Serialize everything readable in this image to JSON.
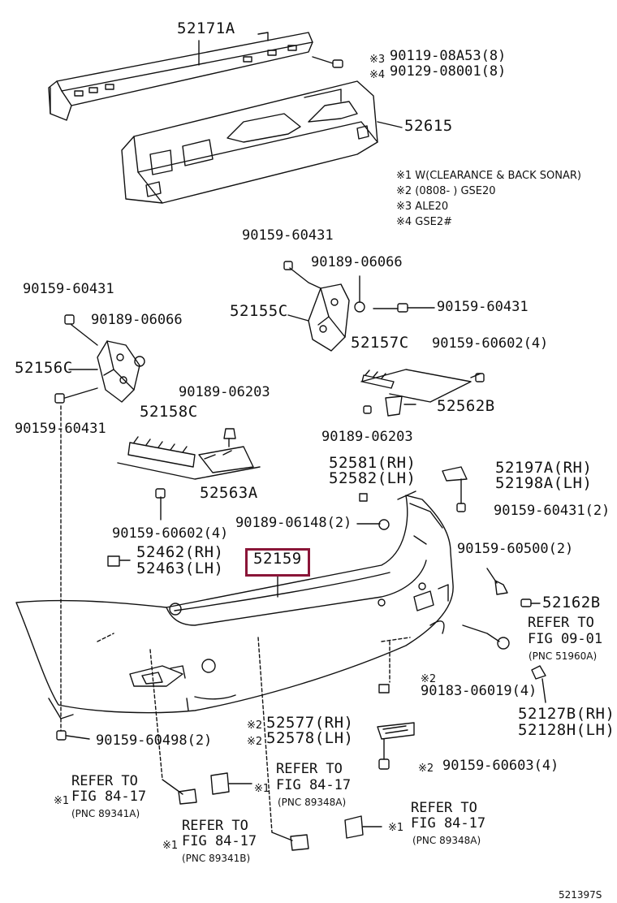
{
  "labels": {
    "p52171A": "52171A",
    "p90119": "90119-08A53(8)",
    "p90129": "90129-08001(8)",
    "m3": "※3",
    "m4": "※4",
    "p52615": "52615",
    "notes": [
      "※1 W(CLEARANCE & BACK SONAR)",
      "※2 (0808-        ) GSE20",
      "※3 ALE20",
      "※4 GSE2#"
    ],
    "p90159_60431_a": "90159-60431",
    "p90189_06066_a": "90189-06066",
    "p52155C": "52155C",
    "p90159_60431_b": "90159-60431",
    "p90159_60431_c": "90159-60431",
    "p90189_06066_b": "90189-06066",
    "p52156C": "52156C",
    "p90159_60431_d": "90159-60431",
    "p52157C": "52157C",
    "p90159_60602_a": "90159-60602(4)",
    "p52562B": "52562B",
    "p90189_06203_a": "90189-06203",
    "p52158C": "52158C",
    "p90189_06203_b": "90189-06203",
    "p52563A": "52563A",
    "p52581": "52581(RH)",
    "p52582": "52582(LH)",
    "p52197A": "52197A(RH)",
    "p52198A": "52198A(LH)",
    "p90159_60431_e": "90159-60431(2)",
    "p90189_06148": "90189-06148(2)",
    "p90159_60602_b": "90159-60602(4)",
    "p90159_60500": "90159-60500(2)",
    "p52462": "52462(RH)",
    "p52463": "52463(LH)",
    "p52159": "52159",
    "p52162B": "52162B",
    "refer_0901_a": "REFER TO",
    "refer_0901_b": "FIG 09-01",
    "refer_0901_pnc": "(PNC 51960A)",
    "m2a": "※2",
    "p90183": "90183-06019(4)",
    "p52127B": "52127B(RH)",
    "p52128H": "52128H(LH)",
    "p90159_60498": "90159-60498(2)",
    "m2b": "※2",
    "p52577": "52577(RH)",
    "m2c": "※2",
    "p52578": "52578(LH)",
    "m2d": "※2",
    "p90159_60603": "90159-60603(4)",
    "ref1_a": "REFER TO",
    "ref1_m": "※1",
    "ref1_b": "FIG 84-17",
    "ref1_pnc": "(PNC 89341A)",
    "ref2_a": "REFER TO",
    "ref2_m": "※1",
    "ref2_b": "FIG 84-17",
    "ref2_pnc": "(PNC 89348A)",
    "ref3_a": "REFER TO",
    "ref3_m": "※1",
    "ref3_b": "FIG 84-17",
    "ref3_pnc": "(PNC 89341B)",
    "ref4_a": "REFER TO",
    "ref4_m": "※1",
    "ref4_b": "FIG 84-17",
    "ref4_pnc": "(PNC 89348A)",
    "footer": "521397S"
  },
  "highlight_color": "#8a1538"
}
